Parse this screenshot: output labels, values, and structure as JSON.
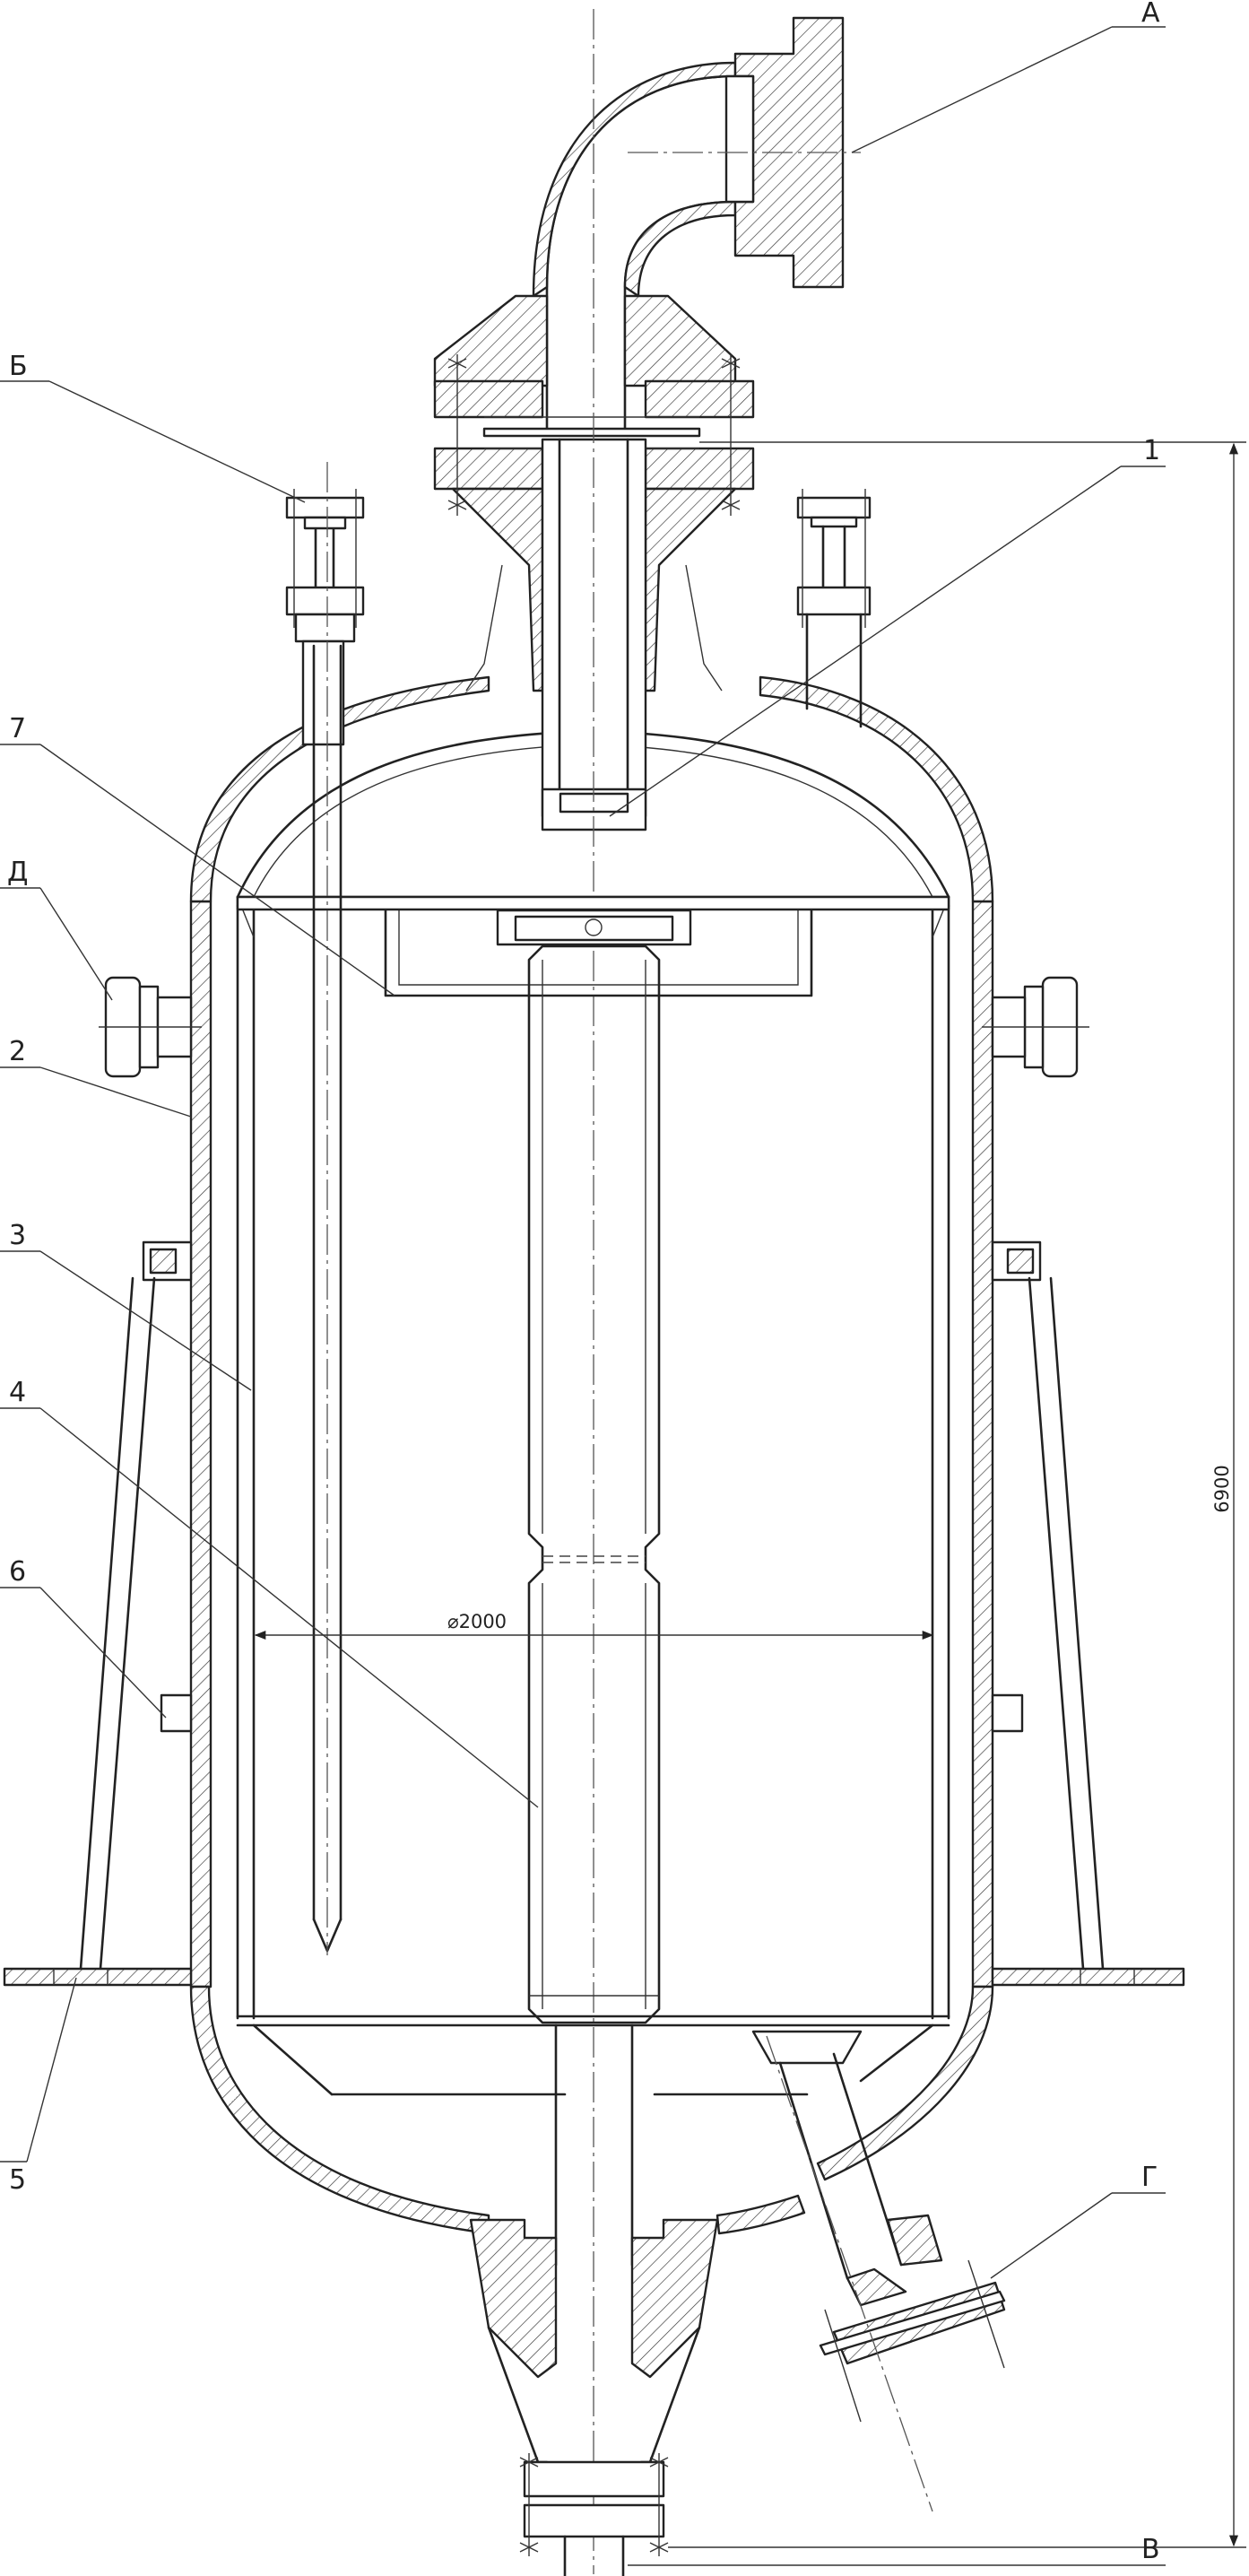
{
  "callouts": {
    "A": "А",
    "B": "Б",
    "V": "В",
    "G": "Г",
    "D": "Д",
    "n1": "1",
    "n2": "2",
    "n3": "3",
    "n4": "4",
    "n5": "5",
    "n6": "6",
    "n7": "7"
  },
  "dimensions": {
    "height": "6900",
    "diameter": "⌀2000"
  },
  "colors": {
    "line": "#222222",
    "background": "#ffffff"
  }
}
